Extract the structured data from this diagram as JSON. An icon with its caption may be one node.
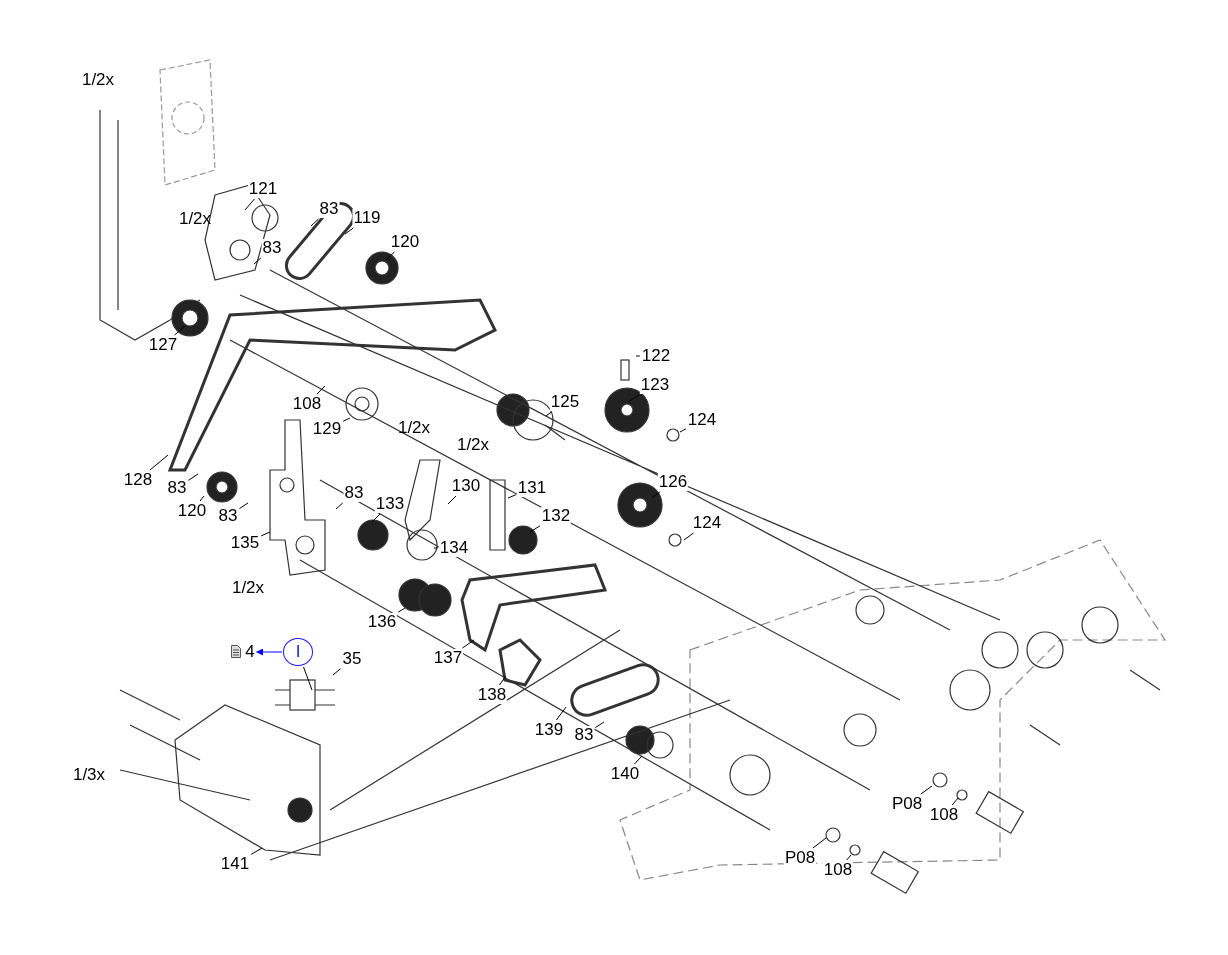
{
  "diagram": {
    "nodes": [
      {
        "text": [
          "121"
        ]
      },
      {
        "text": [
          "83"
        ]
      },
      {
        "text": [
          "119"
        ]
      },
      {
        "text": [
          "83"
        ]
      },
      {
        "text": [
          "120"
        ]
      },
      {
        "text": [
          "127"
        ]
      },
      {
        "text": [
          "122"
        ]
      },
      {
        "text": [
          "123"
        ]
      },
      {
        "text": [
          "124"
        ]
      },
      {
        "text": [
          "108"
        ]
      },
      {
        "text": [
          "129"
        ]
      },
      {
        "text": [
          "125"
        ]
      },
      {
        "text": [
          "128"
        ]
      },
      {
        "text": [
          "83"
        ]
      },
      {
        "text": [
          "120"
        ]
      },
      {
        "text": [
          "83"
        ]
      },
      {
        "text": [
          "83"
        ]
      },
      {
        "text": [
          "133"
        ]
      },
      {
        "text": [
          "130"
        ]
      },
      {
        "text": [
          "131"
        ]
      },
      {
        "text": [
          "132"
        ]
      },
      {
        "text": [
          "126"
        ]
      },
      {
        "text": [
          "124"
        ]
      },
      {
        "text": [
          "135"
        ]
      },
      {
        "text": [
          "134"
        ]
      },
      {
        "text": [
          "136"
        ]
      },
      {
        "text": [
          "137"
        ]
      },
      {
        "text": [
          "138"
        ]
      },
      {
        "text": [
          "139"
        ]
      },
      {
        "text": [
          "83"
        ]
      },
      {
        "text": [
          "140"
        ]
      },
      {
        "text": [
          "141"
        ]
      },
      {
        "text": [
          "P08"
        ]
      },
      {
        "text": [
          "108"
        ]
      },
      {
        "text": [
          "P08"
        ]
      },
      {
        "text": [
          "108"
        ]
      },
      {
        "text": [
          "35"
        ]
      },
      {
        "text": [
          "I"
        ]
      },
      {
        "text": [
          "4"
        ]
      }
    ],
    "edges": [
      {
        "from": 0,
        "to": null,
        "arrow": "none"
      },
      {
        "from": 1,
        "to": null,
        "arrow": "none"
      },
      {
        "from": 2,
        "to": null,
        "arrow": "none"
      },
      {
        "from": 3,
        "to": null,
        "arrow": "none"
      },
      {
        "from": 4,
        "to": null,
        "arrow": "none"
      },
      {
        "from": 5,
        "to": null,
        "arrow": "none"
      },
      {
        "from": 6,
        "to": null,
        "arrow": "none"
      },
      {
        "from": 7,
        "to": null,
        "arrow": "none"
      },
      {
        "from": 8,
        "to": null,
        "arrow": "none"
      },
      {
        "from": 9,
        "to": null,
        "arrow": "none"
      },
      {
        "from": 10,
        "to": null,
        "arrow": "none"
      },
      {
        "from": 11,
        "to": null,
        "arrow": "none"
      },
      {
        "from": 12,
        "to": null,
        "arrow": "none"
      },
      {
        "from": 13,
        "to": null,
        "arrow": "none"
      },
      {
        "from": 14,
        "to": null,
        "arrow": "none"
      },
      {
        "from": 15,
        "to": null,
        "arrow": "none"
      },
      {
        "from": 16,
        "to": null,
        "arrow": "none"
      },
      {
        "from": 17,
        "to": null,
        "arrow": "none"
      },
      {
        "from": 18,
        "to": null,
        "arrow": "none"
      },
      {
        "from": 19,
        "to": null,
        "arrow": "none"
      },
      {
        "from": 20,
        "to": null,
        "arrow": "none"
      },
      {
        "from": 21,
        "to": null,
        "arrow": "none"
      },
      {
        "from": 22,
        "to": null,
        "arrow": "none"
      },
      {
        "from": 23,
        "to": null,
        "arrow": "none"
      },
      {
        "from": 24,
        "to": null,
        "arrow": "none"
      },
      {
        "from": 25,
        "to": null,
        "arrow": "none"
      },
      {
        "from": 26,
        "to": null,
        "arrow": "none"
      },
      {
        "from": 27,
        "to": null,
        "arrow": "none"
      },
      {
        "from": 28,
        "to": null,
        "arrow": "none"
      },
      {
        "from": 29,
        "to": null,
        "arrow": "none"
      },
      {
        "from": 30,
        "to": null,
        "arrow": "none"
      },
      {
        "from": 31,
        "to": null,
        "arrow": "none"
      },
      {
        "from": 32,
        "to": null,
        "arrow": "none"
      },
      {
        "from": 33,
        "to": null,
        "arrow": "none"
      },
      {
        "from": 34,
        "to": null,
        "arrow": "none"
      },
      {
        "from": 35,
        "to": null,
        "arrow": "none"
      },
      {
        "from": 36,
        "to": null,
        "arrow": "none"
      },
      {
        "from": 37,
        "to": null,
        "arrow": "none"
      },
      {
        "from": 37,
        "to": 38,
        "arrow": "to",
        "color": "#0000ff"
      }
    ],
    "labels": [
      "1/2x",
      "1/2x",
      "1/2x",
      "1/2x",
      "1/2x",
      "1/3x"
    ]
  }
}
